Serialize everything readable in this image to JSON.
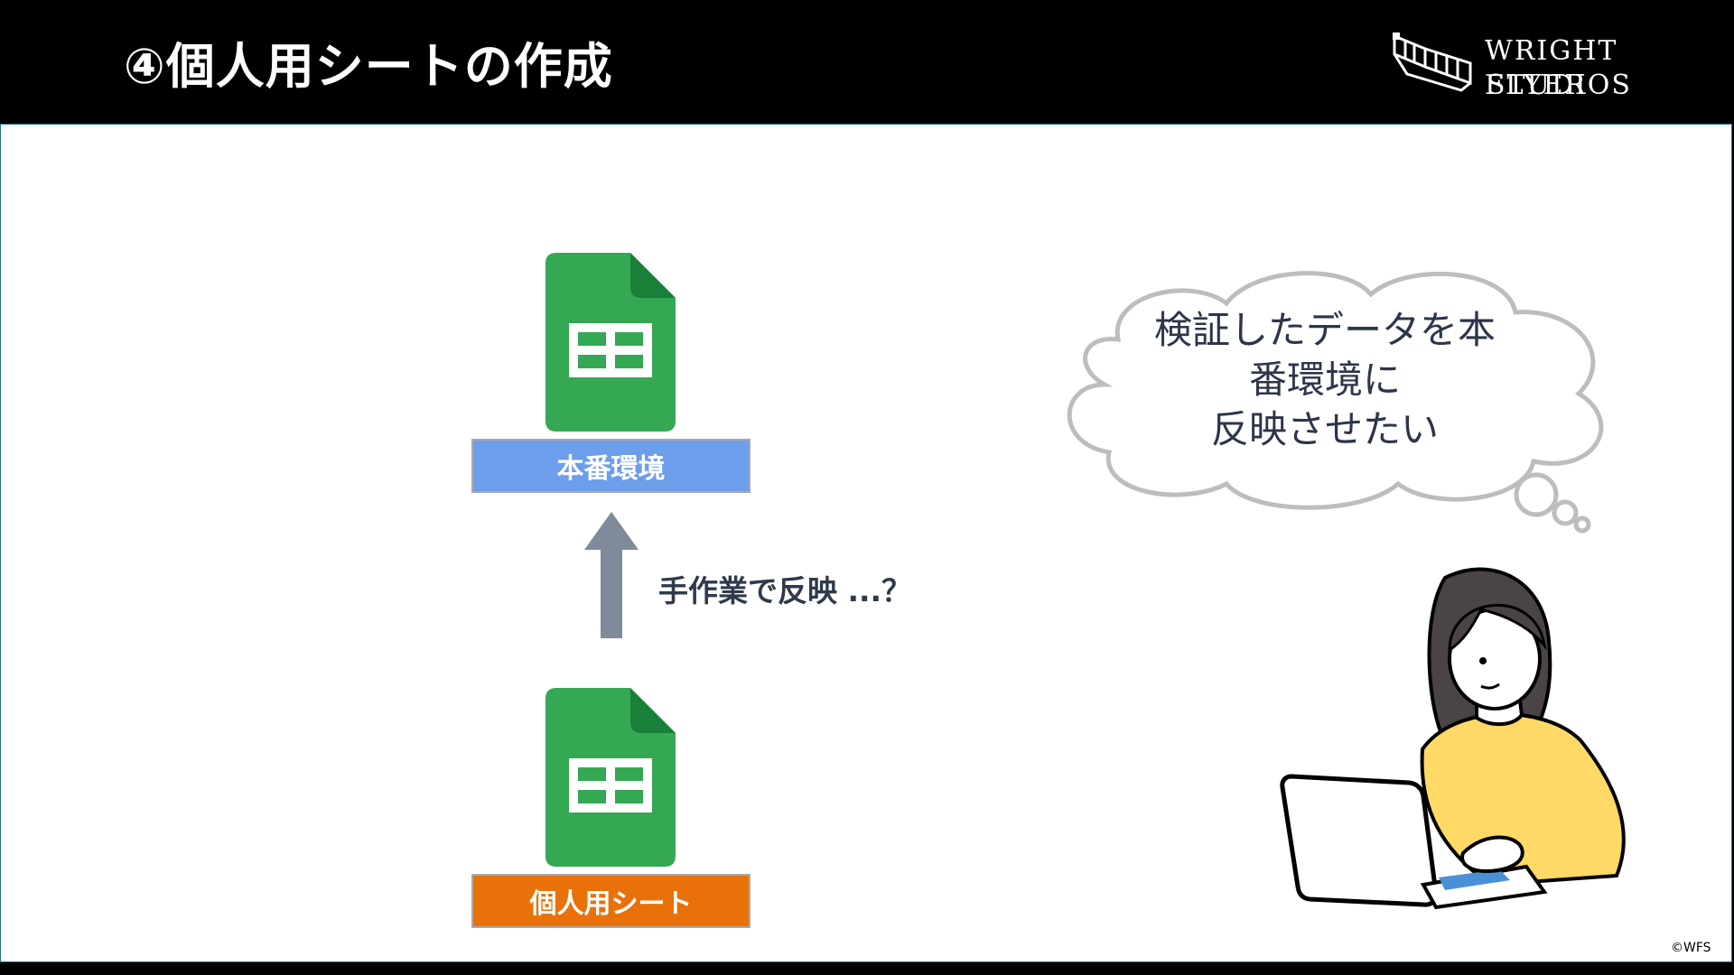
{
  "header": {
    "title": "④個人用シートの作成",
    "logo_line1": "WRIGHT FLYER",
    "logo_line2": "STUDIOS"
  },
  "diagram": {
    "top_label": "本番環境",
    "bottom_label": "個人用シート",
    "arrow_text": "手作業で反映 ...？"
  },
  "thought": {
    "line1": "検証したデータを本",
    "line2": "番環境に",
    "line3": "反映させたい"
  },
  "footer": {
    "copyright": "©WFS"
  },
  "colors": {
    "sheet_green": "#34a853",
    "sheet_fold": "#188038",
    "prod_label": "#6d9eeb",
    "personal_label": "#e8710a",
    "arrow": "#7f8a9a"
  },
  "icons": [
    "google-sheets-icon",
    "arrow-up-icon",
    "thought-cloud",
    "woman-with-laptop-illustration",
    "biplane-logo-icon"
  ]
}
